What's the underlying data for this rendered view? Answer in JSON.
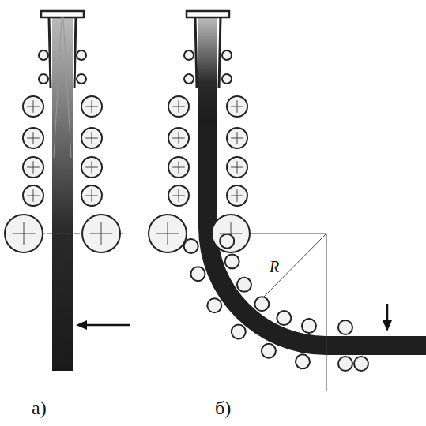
{
  "diagram": {
    "labels": [
      "а)",
      "б)",
      "R"
    ]
  }
}
